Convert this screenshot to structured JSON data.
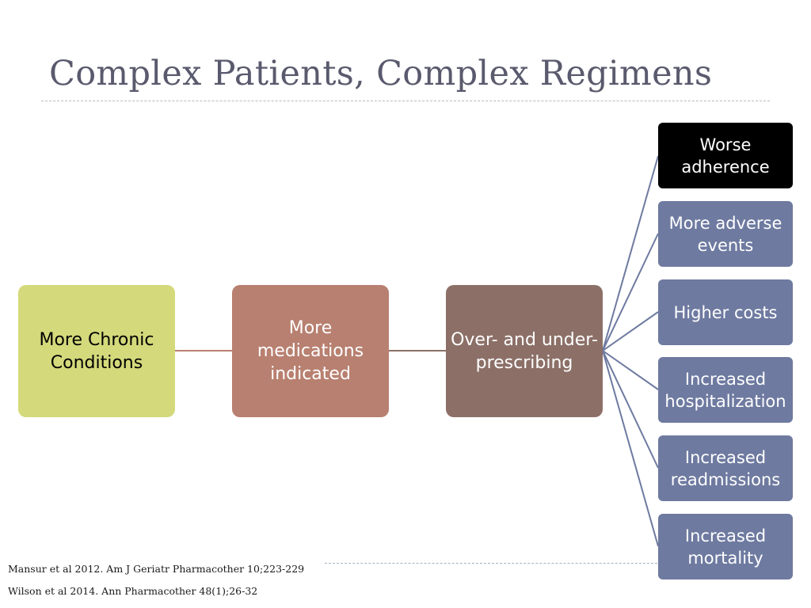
{
  "slide": {
    "title": "Complex Patients, Complex Regimens"
  },
  "flow": {
    "chronic": "More Chronic Conditions",
    "medications": "More medications indicated",
    "prescribing": "Over- and under-prescribing"
  },
  "outcomes": [
    "Worse adherence",
    "More adverse events",
    "Higher costs",
    "Increased hospitalization",
    "Increased readmissions",
    "Increased mortality"
  ],
  "citations": [
    "Mansur et al 2012.  Am J Geriatr Pharmacother 10;223-229",
    "Wilson et al 2014. Ann Pharmacother 48(1);26-32"
  ],
  "colors": {
    "title": "#5a5a6e",
    "chronic_box": "#d4d97b",
    "medications_box": "#b88070",
    "prescribing_box": "#8c7068",
    "outcome_box": "#6e7aa0",
    "highlighted_outcome_box": "#000000",
    "connector_line": "#6e7aa0"
  }
}
